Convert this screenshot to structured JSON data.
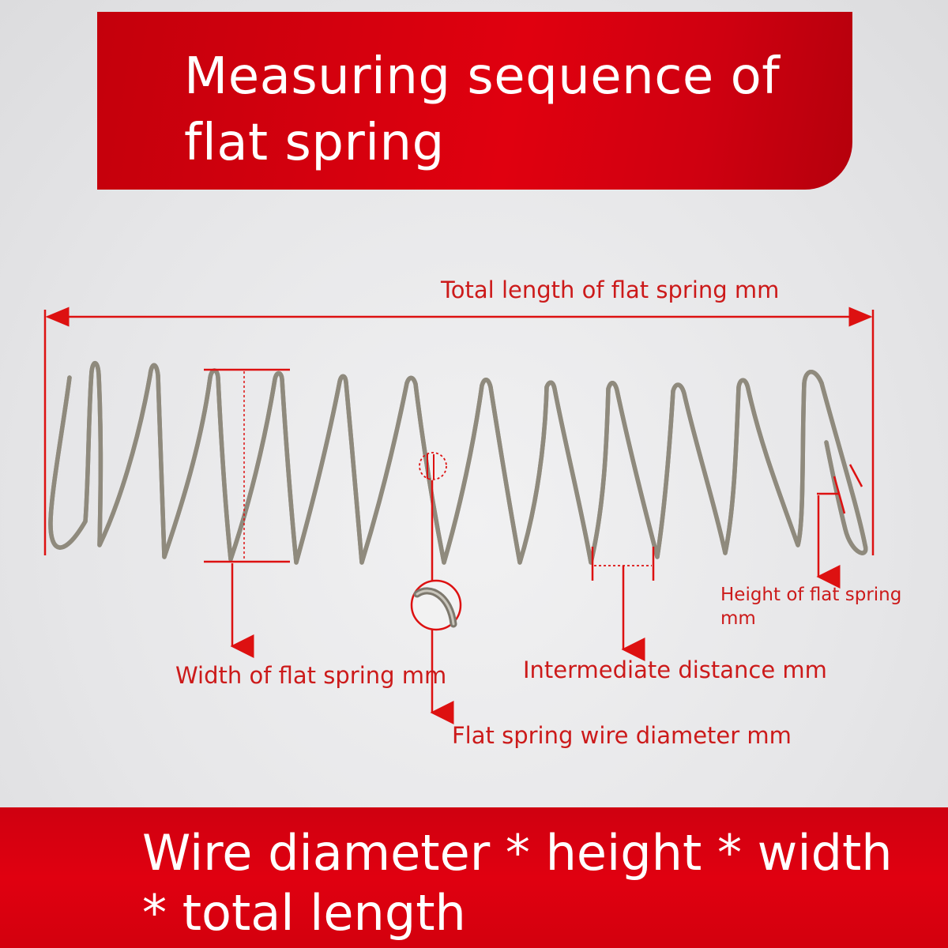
{
  "header": {
    "title": "Measuring sequence of flat spring"
  },
  "labels": {
    "total_length": "Total length of flat spring mm",
    "width": "Width of flat spring mm",
    "intermediate_distance": "Intermediate distance mm",
    "wire_diameter": "Flat spring wire diameter mm",
    "height": "Height of flat spring mm"
  },
  "footer": {
    "formula": "Wire diameter * height * width * total length"
  },
  "colors": {
    "accent_red": "#e0000f",
    "annotation_red": "#cc1a1a",
    "wire": "#8f8a7d"
  }
}
